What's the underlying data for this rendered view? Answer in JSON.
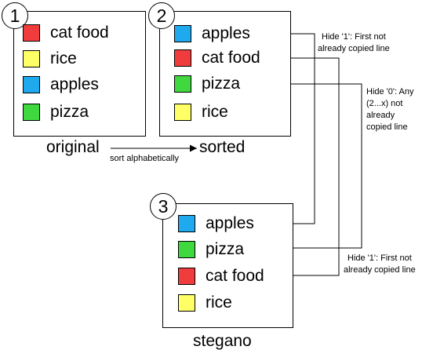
{
  "colors": {
    "red": "#f03c3c",
    "yellow": "#ffff66",
    "blue": "#1faaf0",
    "green": "#3fd83f"
  },
  "panels": {
    "original": {
      "number": "1",
      "caption": "original",
      "items": [
        {
          "label": "cat food",
          "color": "red"
        },
        {
          "label": "rice",
          "color": "yellow"
        },
        {
          "label": "apples",
          "color": "blue"
        },
        {
          "label": "pizza",
          "color": "green"
        }
      ]
    },
    "sorted": {
      "number": "2",
      "caption": "sorted",
      "items": [
        {
          "label": "apples",
          "color": "blue"
        },
        {
          "label": "cat food",
          "color": "red"
        },
        {
          "label": "pizza",
          "color": "green"
        },
        {
          "label": "rice",
          "color": "yellow"
        }
      ]
    },
    "stegano": {
      "number": "3",
      "caption": "stegano",
      "items": [
        {
          "label": "apples",
          "color": "blue"
        },
        {
          "label": "pizza",
          "color": "green"
        },
        {
          "label": "cat food",
          "color": "red"
        },
        {
          "label": "rice",
          "color": "yellow"
        }
      ]
    }
  },
  "arrows": {
    "sort_label": "sort alphabetically"
  },
  "notes": {
    "hide1_top": [
      "Hide '1': First not",
      "already copied line"
    ],
    "hide0": [
      "Hide '0': Any",
      "(2...x) not",
      "already",
      "copied line"
    ],
    "hide1_bottom": [
      "Hide '1': First not",
      "already copied line"
    ]
  }
}
